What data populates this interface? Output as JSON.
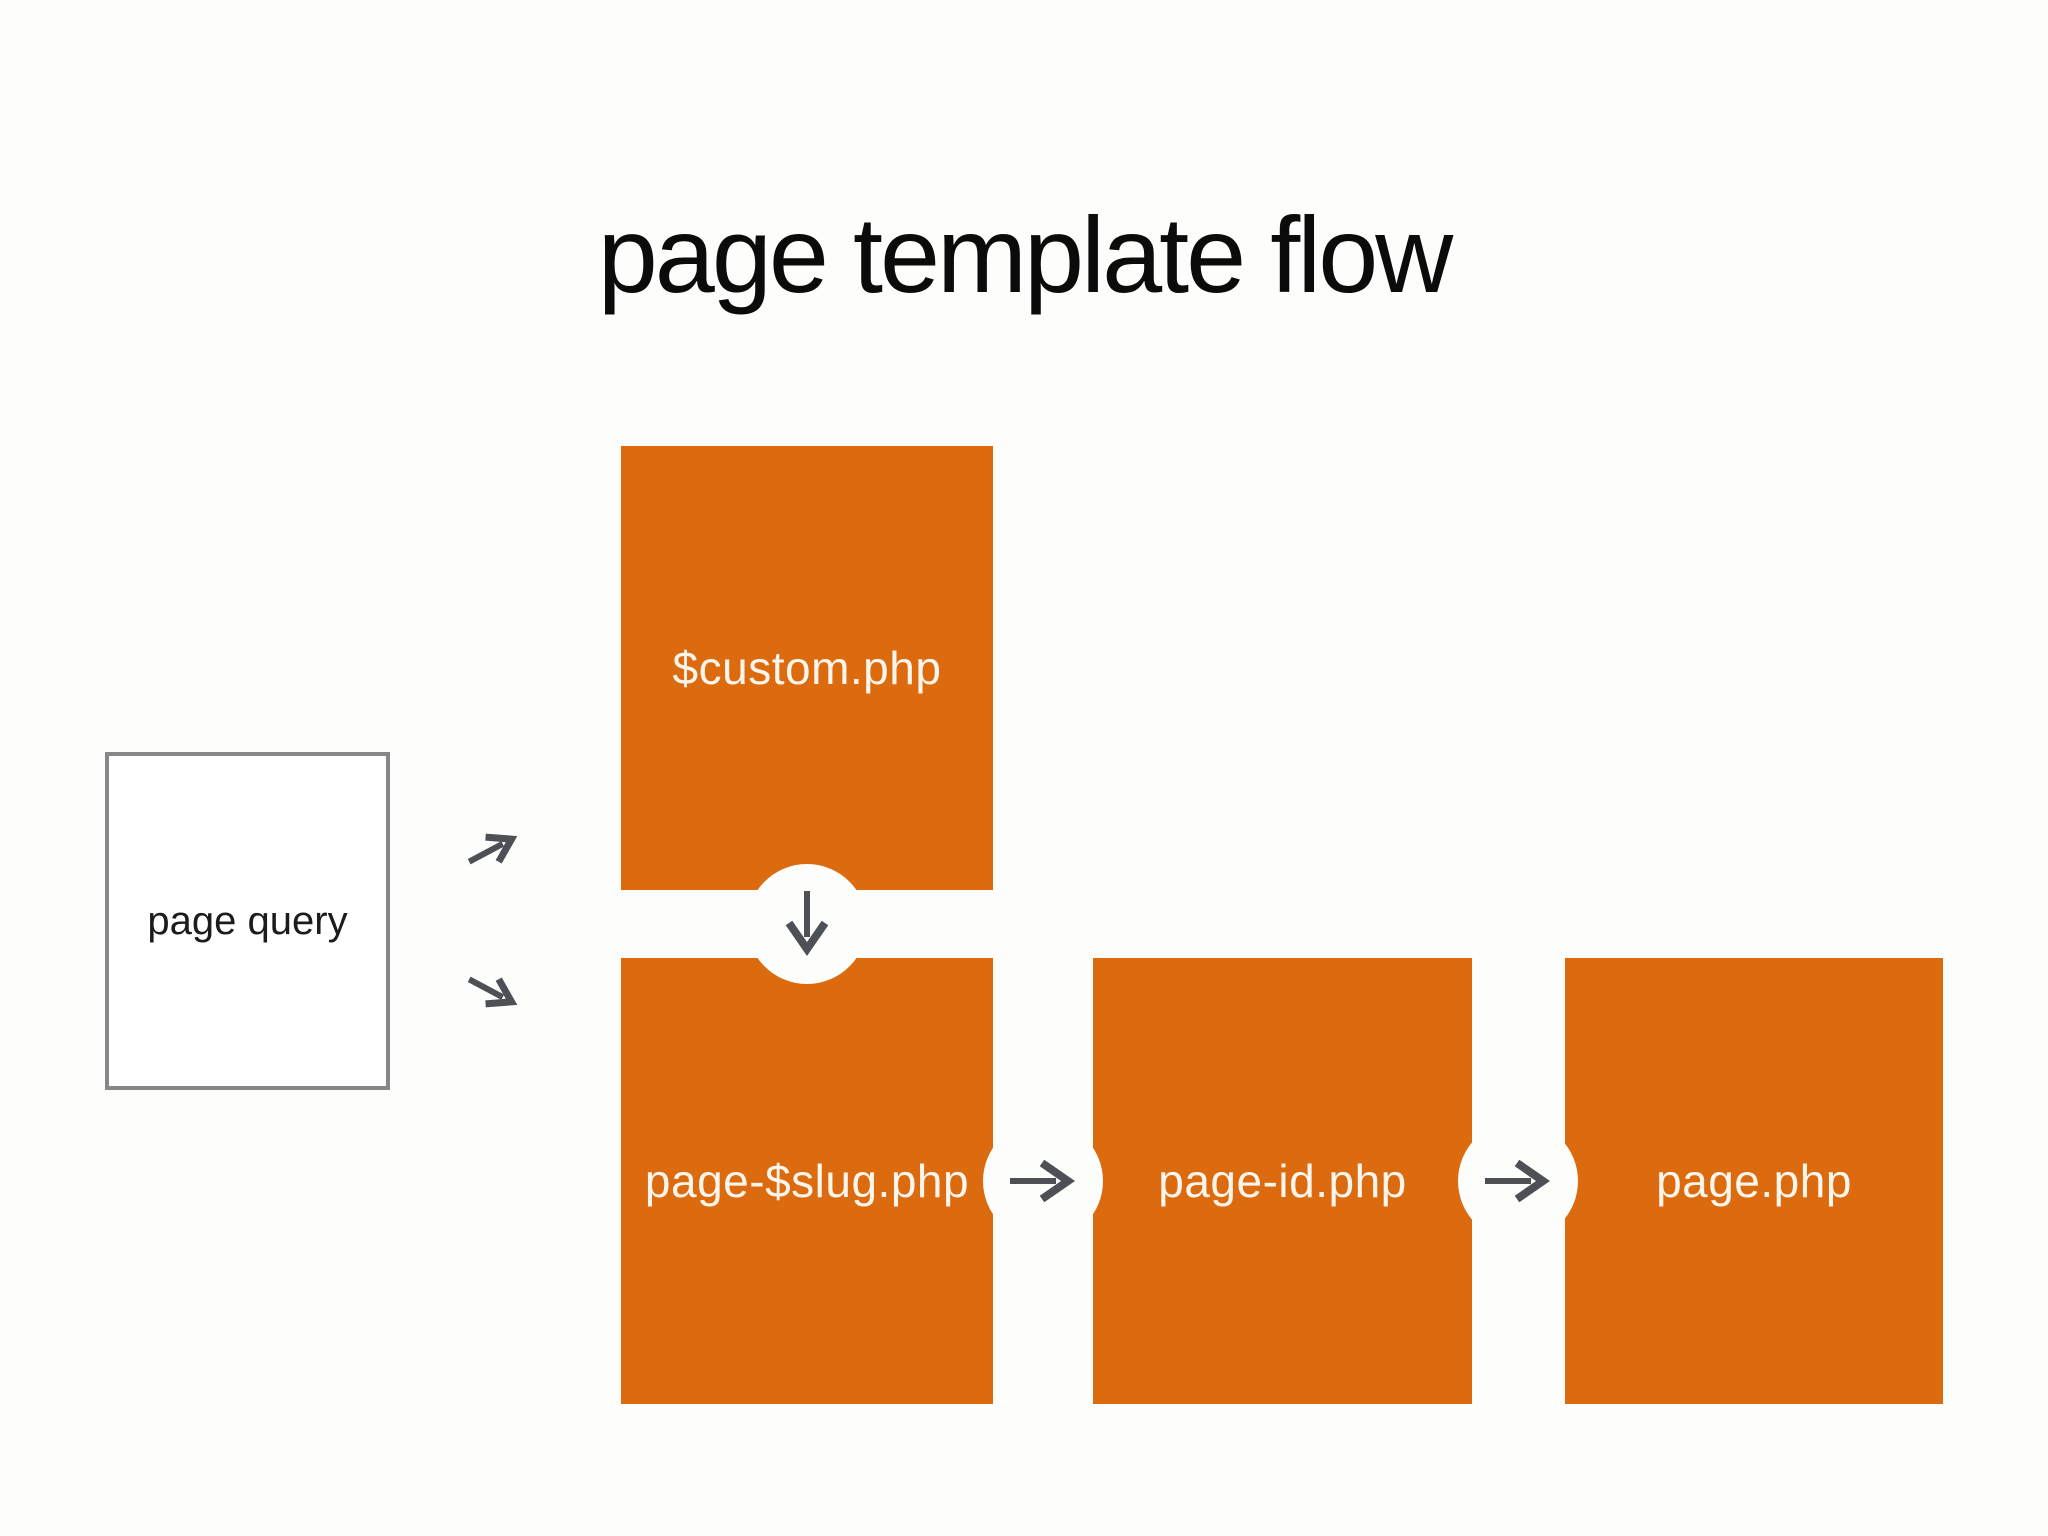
{
  "title": "page template flow",
  "nodes": {
    "page_query": {
      "label": "page query"
    },
    "custom": {
      "label": "$custom.php"
    },
    "slug": {
      "label": "page-$slug.php"
    },
    "page_id": {
      "label": "page-id.php"
    },
    "page": {
      "label": "page.php"
    }
  },
  "connectors": {
    "query_to_custom": {
      "icon": "arrow-up-right-icon",
      "direction": "up-right"
    },
    "query_to_slug": {
      "icon": "arrow-down-right-icon",
      "direction": "down-right"
    },
    "custom_to_slug": {
      "icon": "arrow-down-icon",
      "direction": "down"
    },
    "slug_to_page_id": {
      "icon": "arrow-right-icon",
      "direction": "right"
    },
    "page_id_to_page": {
      "icon": "arrow-right-icon",
      "direction": "right"
    }
  },
  "colors": {
    "background": "#fdfdfc",
    "node_fill": "#dc6b10",
    "node_text": "#fbf5ec",
    "arrow": "#4d5156",
    "query_border": "#878787",
    "title": "#0b0b0b"
  }
}
